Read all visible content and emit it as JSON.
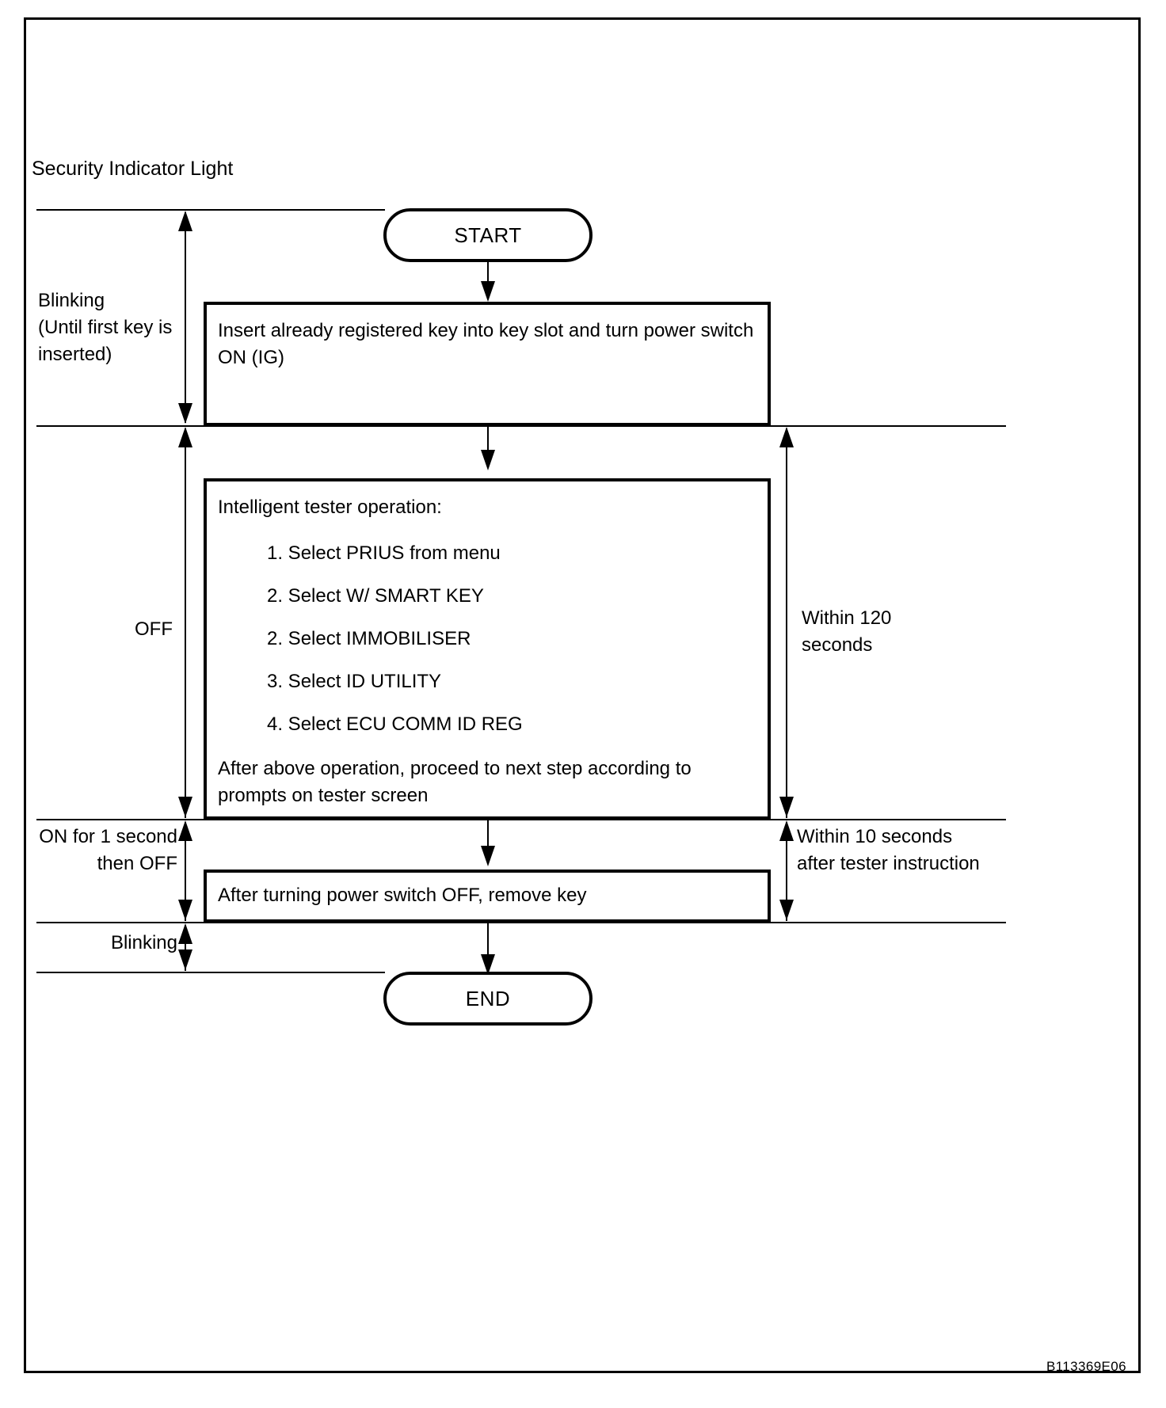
{
  "diagram": {
    "type": "flowchart",
    "title": "Security Indicator Light",
    "figure_id": "B113369E06",
    "nodes": [
      {
        "id": "start",
        "shape": "terminal",
        "label": "START"
      },
      {
        "id": "step1",
        "shape": "process",
        "label": "Insert already registered key into key slot and turn power switch ON (IG)"
      },
      {
        "id": "step2",
        "shape": "process",
        "label": "Intelligent tester operation:"
      },
      {
        "id": "step3",
        "shape": "process",
        "label": "After turning power switch OFF, remove key"
      },
      {
        "id": "end",
        "shape": "terminal",
        "label": "END"
      }
    ]
  },
  "start_node": {
    "label": "START"
  },
  "end_node": {
    "label": "END"
  },
  "box1": {
    "text": "Insert already registered key into key slot and turn power switch\nON (IG)"
  },
  "box2": {
    "heading": "Intelligent tester operation:",
    "steps": [
      "1. Select PRIUS from menu",
      "2. Select W/ SMART KEY",
      "2. Select IMMOBILISER",
      "3. Select ID UTILITY",
      "4. Select ECU COMM ID REG"
    ],
    "tail": "After above operation, proceed to next step according to\nprompts on tester screen"
  },
  "box3": {
    "text": "After turning power switch OFF, remove key"
  },
  "left_labels": {
    "header": "Security Indicator Light",
    "blinking_first": "Blinking\n(Until first key is\ninserted)",
    "off": "OFF",
    "on_then_off": "ON for 1 second\nthen OFF",
    "blinking_last": "Blinking"
  },
  "right_labels": {
    "within_120": "Within 120\nseconds",
    "within_10": "Within 10 seconds\nafter tester instruction"
  },
  "footer": {
    "figure_id": "B113369E06"
  }
}
